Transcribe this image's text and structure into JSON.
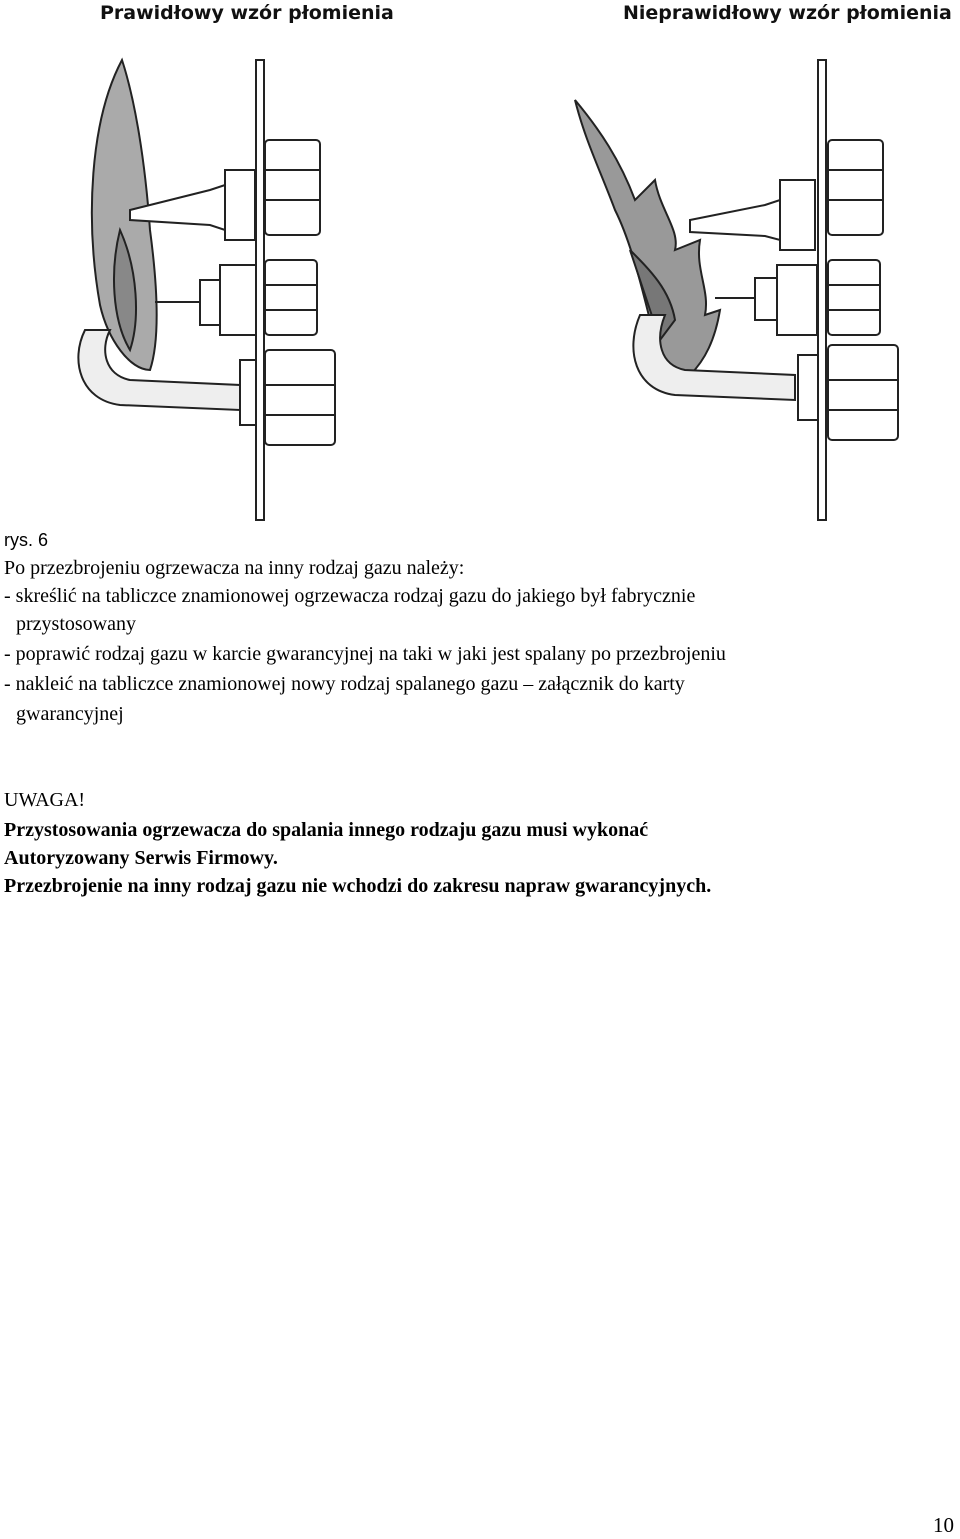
{
  "figure": {
    "title_correct": "Prawidłowy wzór płomienia",
    "title_incorrect": "Nieprawidłowy wzór płomienia",
    "caption": "rys. 6"
  },
  "instructions": {
    "intro": "Po przezbrojeniu ogrzewacza na inny rodzaj gazu należy:",
    "item1_line1": "- skreślić na tabliczce znamionowej ogrzewacza rodzaj gazu do jakiego był fabrycznie",
    "item1_line2": "przystosowany",
    "item2": "- poprawić rodzaj gazu w karcie gwarancyjnej na taki w jaki jest spalany po przezbrojeniu",
    "item3_line1": "- nakleić na tabliczce znamionowej nowy rodzaj spalanego gazu – załącznik do karty",
    "item3_line2": "gwarancyjnej"
  },
  "warning": {
    "heading": "UWAGA!",
    "line1": "Przystosowania ogrzewacza do spalania innego rodzaju gazu musi wykonać",
    "line2": "Autoryzowany Serwis Firmowy.",
    "line3": "Przezbrojenie na inny rodzaj gazu nie wchodzi do zakresu napraw gwarancyjnych."
  },
  "page_number": "10"
}
